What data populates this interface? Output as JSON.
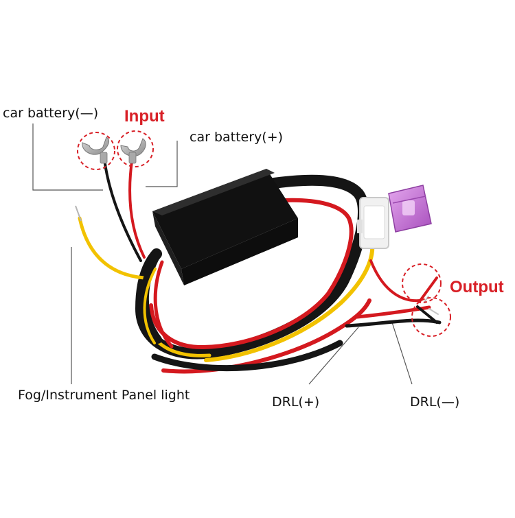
{
  "labels": {
    "battery_negative": "car battery(—)",
    "input": "Input",
    "battery_positive": "car battery(+)",
    "output": "Output",
    "fog_panel": "Fog/Instrument Panel light",
    "drl_positive": "DRL(+)",
    "drl_negative": "DRL(—)"
  },
  "colors": {
    "accent": "#d81f26",
    "wire_red": "#d4191f",
    "wire_yellow": "#f2c200",
    "wire_black": "#151515",
    "module_body": "#1b1b1b",
    "fuse": "#c77bd6",
    "connector": "#f1f1f1",
    "callout_line": "#555555"
  },
  "icons": [
    "fork-terminal-icon",
    "fuse-icon"
  ]
}
